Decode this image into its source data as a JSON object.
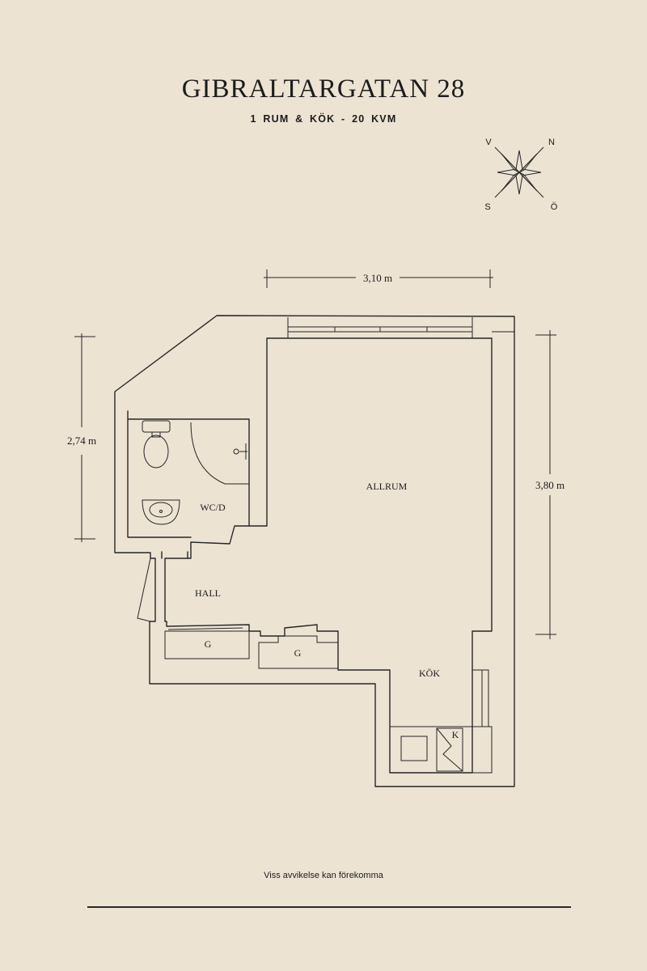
{
  "header": {
    "title": "GIBRALTARGATAN 28",
    "subtitle": "1 RUM & KÖK  -  20 KVM"
  },
  "compass": {
    "north": "N",
    "south": "S",
    "east": "Ö",
    "west": "V"
  },
  "dimensions": {
    "top_width": "3,10 m",
    "left_height": "2,74 m",
    "right_height": "3,80 m"
  },
  "rooms": {
    "allrum": "ALLRUM",
    "wc": "WC/D",
    "hall": "HALL",
    "kok": "KÖK",
    "closet_1": "G",
    "closet_2": "G",
    "stove": "K"
  },
  "footer": {
    "disclaimer": "Viss avvikelse kan förekomma"
  }
}
